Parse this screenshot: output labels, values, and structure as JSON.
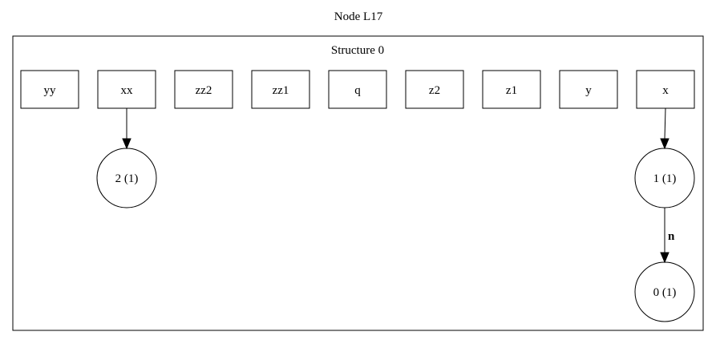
{
  "graph": {
    "title": "Node L17",
    "cluster_label": "Structure 0"
  },
  "variables": [
    "yy",
    "xx",
    "zz2",
    "zz1",
    "q",
    "z2",
    "z1",
    "y",
    "x"
  ],
  "nodes": [
    {
      "id": "n2",
      "label": "2 (1)"
    },
    {
      "id": "n1",
      "label": "1 (1)"
    },
    {
      "id": "n0",
      "label": "0 (1)"
    }
  ],
  "edges": [
    {
      "from": "xx",
      "to": "n2",
      "label": ""
    },
    {
      "from": "x",
      "to": "n1",
      "label": ""
    },
    {
      "from": "n1",
      "to": "n0",
      "label": "n"
    }
  ]
}
